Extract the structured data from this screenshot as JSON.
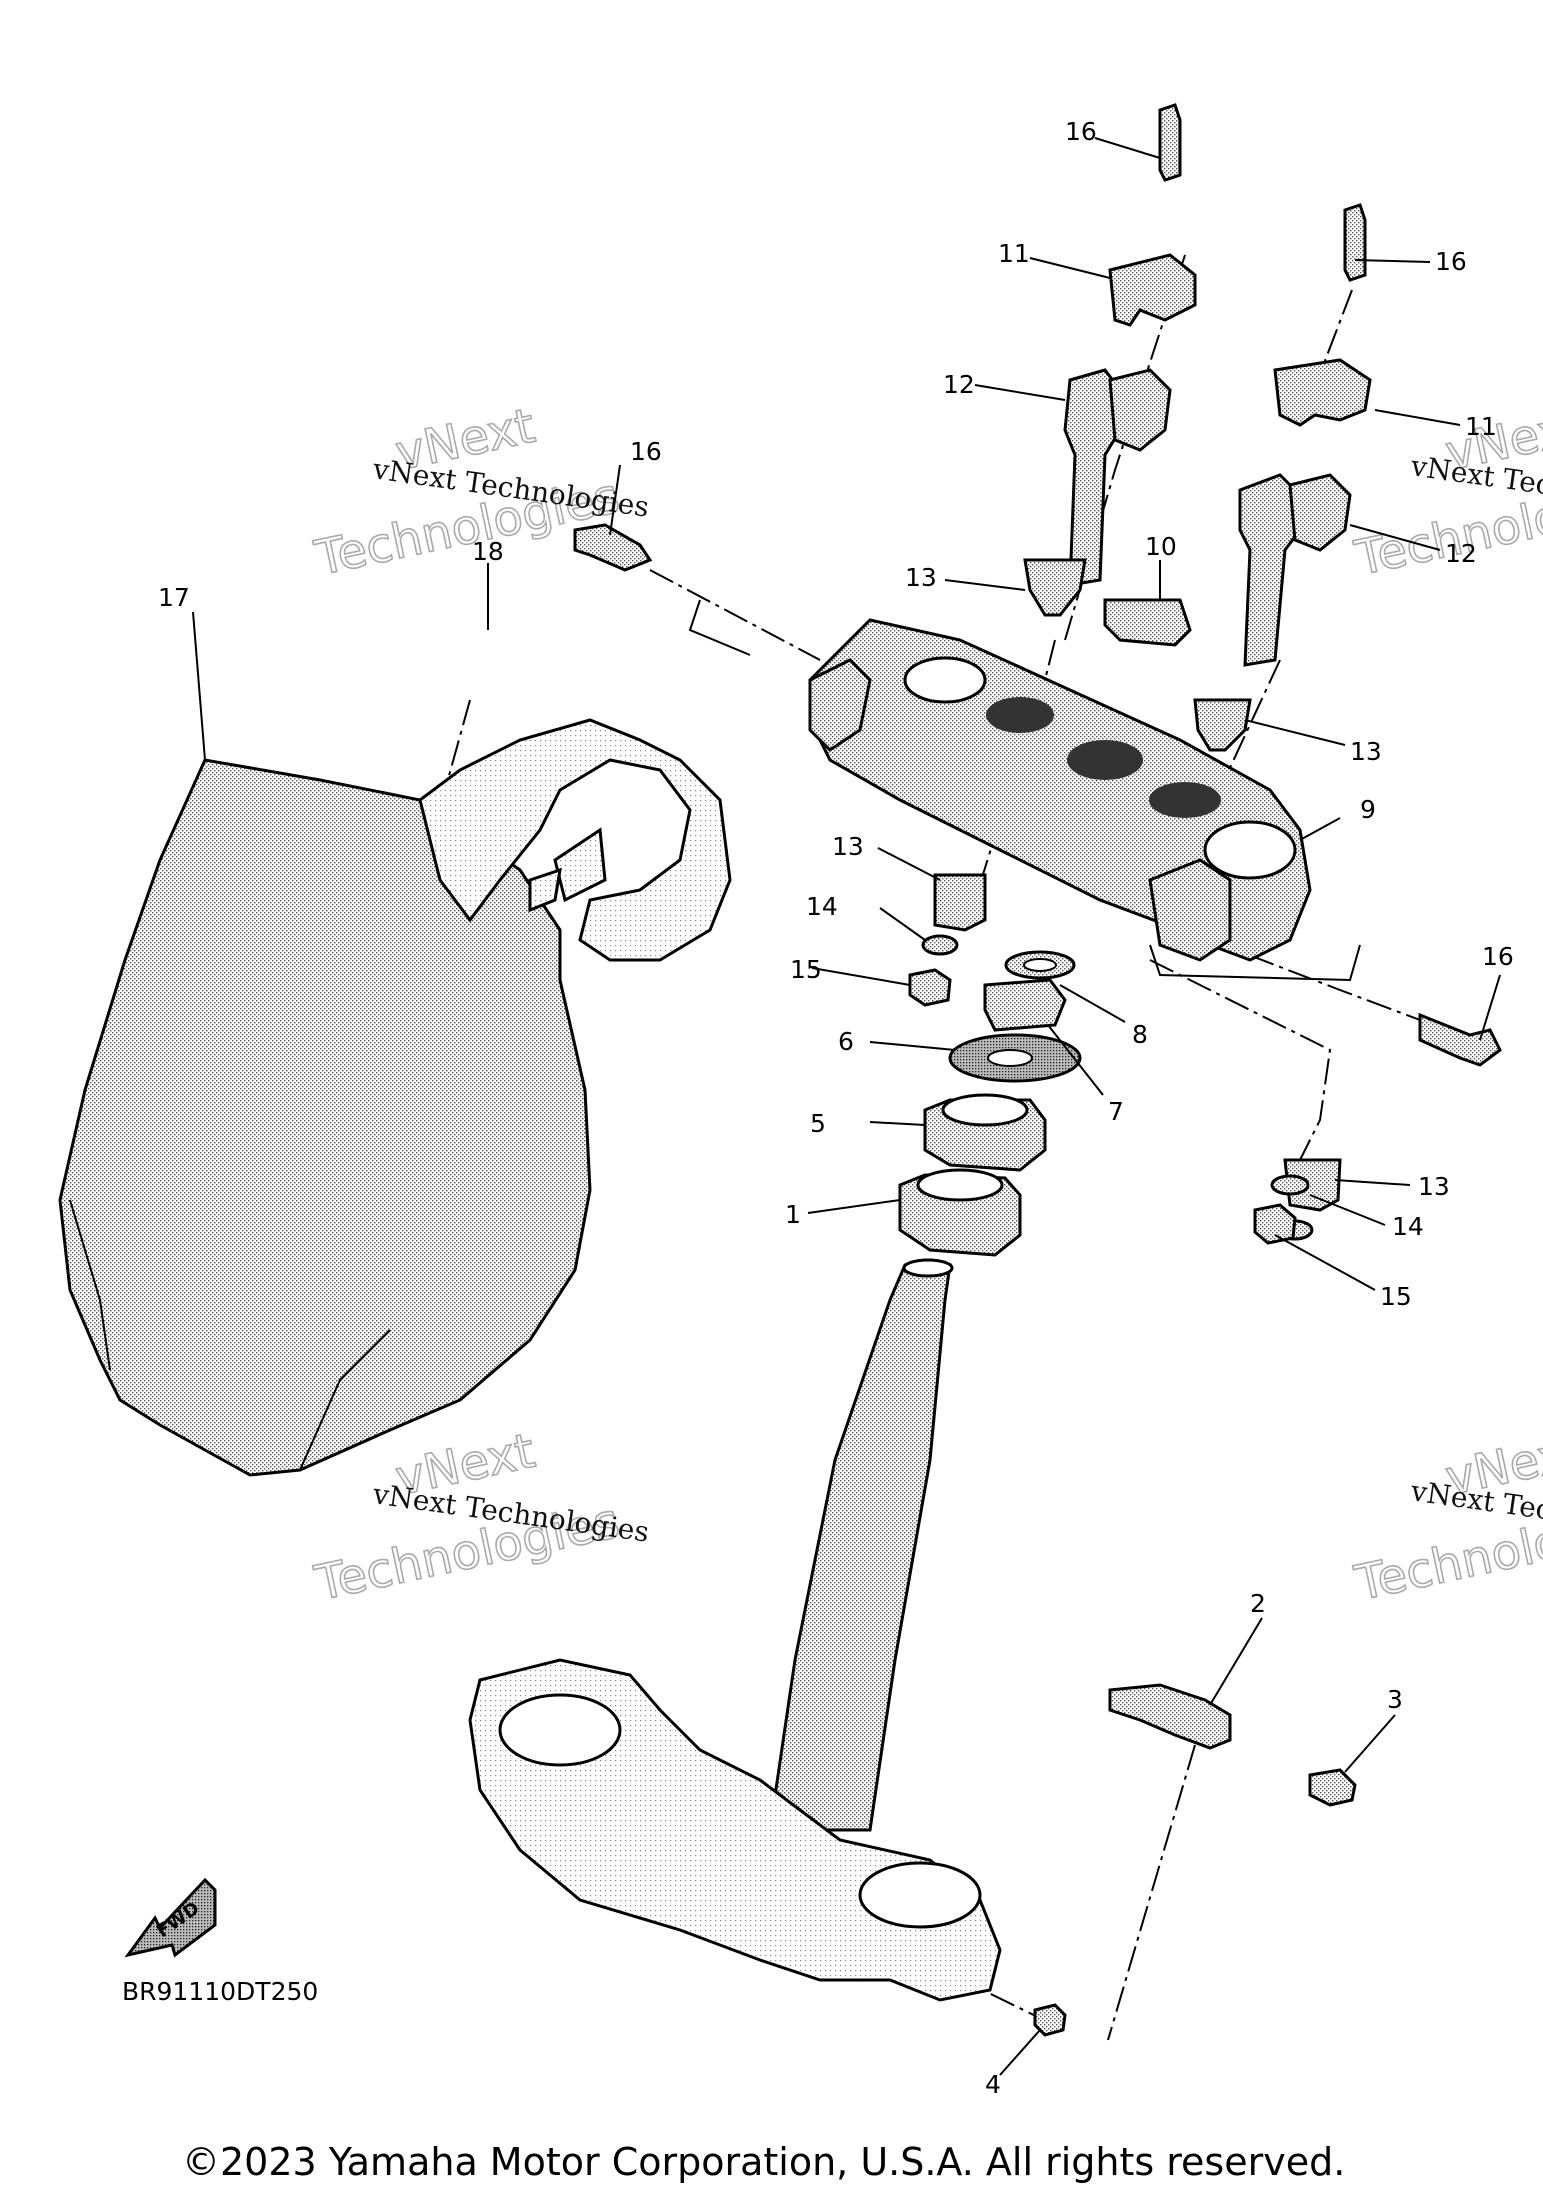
{
  "diagram": {
    "code": "BR91110DT250",
    "copyright": "©2023 Yamaha Motor Corporation, U.S.A. All rights reserved.",
    "fwd_label": "FWD",
    "watermark": {
      "line1": "vNext Technologies",
      "line2a": "vNext",
      "line2b": "Technologies"
    },
    "callouts": [
      {
        "id": "c16a",
        "label": "16"
      },
      {
        "id": "c11a",
        "label": "11"
      },
      {
        "id": "c16b",
        "label": "16"
      },
      {
        "id": "c12a",
        "label": "12"
      },
      {
        "id": "c11b",
        "label": "11"
      },
      {
        "id": "c16c",
        "label": "16"
      },
      {
        "id": "c12b",
        "label": "12"
      },
      {
        "id": "c18",
        "label": "18"
      },
      {
        "id": "c13a",
        "label": "13"
      },
      {
        "id": "c10",
        "label": "10"
      },
      {
        "id": "c17",
        "label": "17"
      },
      {
        "id": "c13b",
        "label": "13"
      },
      {
        "id": "c9",
        "label": "9"
      },
      {
        "id": "c13c",
        "label": "13"
      },
      {
        "id": "c14a",
        "label": "14"
      },
      {
        "id": "c15a",
        "label": "15"
      },
      {
        "id": "c16d",
        "label": "16"
      },
      {
        "id": "c8",
        "label": "8"
      },
      {
        "id": "c6",
        "label": "6"
      },
      {
        "id": "c7",
        "label": "7"
      },
      {
        "id": "c5",
        "label": "5"
      },
      {
        "id": "c13d",
        "label": "13"
      },
      {
        "id": "c1",
        "label": "1"
      },
      {
        "id": "c14b",
        "label": "14"
      },
      {
        "id": "c15b",
        "label": "15"
      },
      {
        "id": "c2",
        "label": "2"
      },
      {
        "id": "c3",
        "label": "3"
      },
      {
        "id": "c4",
        "label": "4"
      }
    ]
  }
}
